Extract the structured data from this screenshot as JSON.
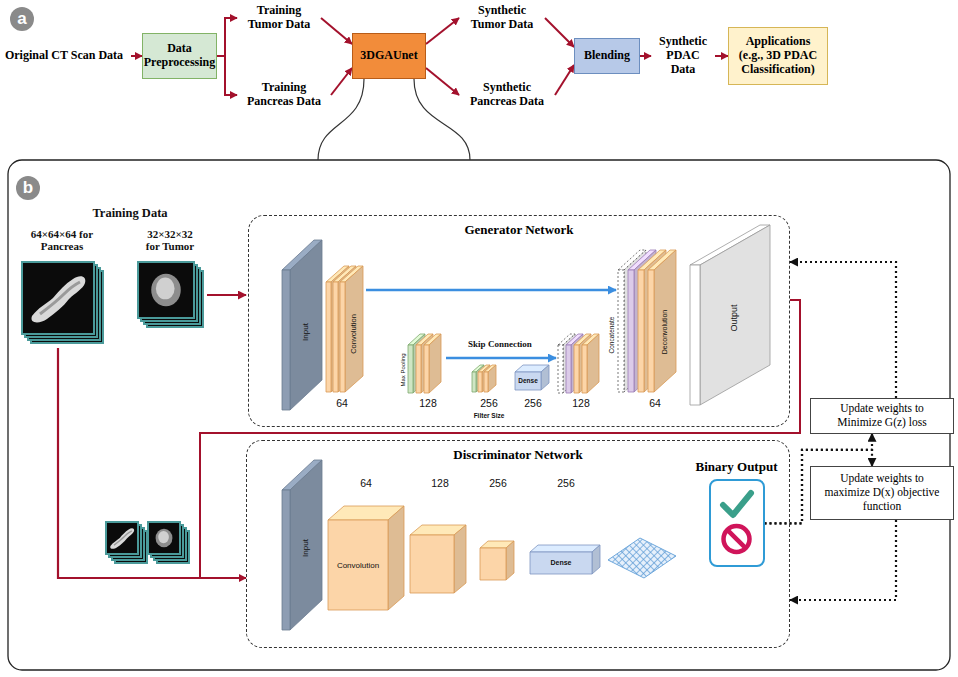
{
  "diagram": {
    "nodes": [
      {
        "text": [
          "Original CT Scan Data"
        ]
      },
      {
        "text": [
          "Data Preprocessing"
        ]
      },
      {
        "text": [
          "Training Tumor Data"
        ]
      },
      {
        "text": [
          "Training Pancreas Data"
        ]
      },
      {
        "text": [
          "3DGAUnet"
        ]
      },
      {
        "text": [
          "Synthetic Tumor Data"
        ]
      },
      {
        "text": [
          "Synthetic Pancreas Data"
        ]
      },
      {
        "text": [
          "Blending"
        ]
      },
      {
        "text": [
          "Synthetic PDAC Data"
        ]
      },
      {
        "text": [
          "Applications (e.g., 3D PDAC Classification)"
        ]
      },
      {
        "text": [
          "Generator Network"
        ]
      },
      {
        "text": [
          "Discriminator Network"
        ]
      },
      {
        "text": [
          "Binary Output"
        ],
        "in": 11
      },
      {
        "text": [
          "Update weights to Minimize G(z) loss"
        ]
      },
      {
        "text": [
          "Update weights to maximize D(x) objective function"
        ]
      }
    ],
    "edges": [
      {
        "from": 0,
        "to": 1,
        "arrow": "to"
      },
      {
        "from": 1,
        "to": 2,
        "arrow": "to"
      },
      {
        "from": 1,
        "to": 3,
        "arrow": "to"
      },
      {
        "from": 2,
        "to": 4,
        "arrow": "to"
      },
      {
        "from": 3,
        "to": 4,
        "arrow": "to"
      },
      {
        "from": 4,
        "to": 5,
        "arrow": "to"
      },
      {
        "from": 4,
        "to": 6,
        "arrow": "to"
      },
      {
        "from": 5,
        "to": 7,
        "arrow": "to"
      },
      {
        "from": 6,
        "to": 7,
        "arrow": "to"
      },
      {
        "from": 7,
        "to": 8,
        "arrow": "to"
      },
      {
        "from": 8,
        "to": 9,
        "arrow": "to"
      },
      {
        "from": 10,
        "to": 11,
        "arrow": "to"
      },
      {
        "from": 12,
        "to": 13,
        "arrow": "to"
      },
      {
        "from": 12,
        "to": 14,
        "arrow": "to"
      },
      {
        "from": 13,
        "to": 10,
        "arrow": "to"
      },
      {
        "from": 14,
        "to": 11,
        "arrow": "to"
      }
    ],
    "labels": [
      "a",
      "b",
      "Training Data",
      "64×64×64 for Pancreas",
      "32×32×32 for Tumor",
      "Input",
      "Convolution",
      "64",
      "Max Pooling",
      "128",
      "Skip Connection",
      "256",
      "Filter Size",
      "Dense",
      "256",
      "Concatenate",
      "Deconvolution",
      "128",
      "64",
      "Output",
      "Input",
      "Convolution",
      "64",
      "128",
      "256",
      "256",
      "Dense"
    ]
  }
}
